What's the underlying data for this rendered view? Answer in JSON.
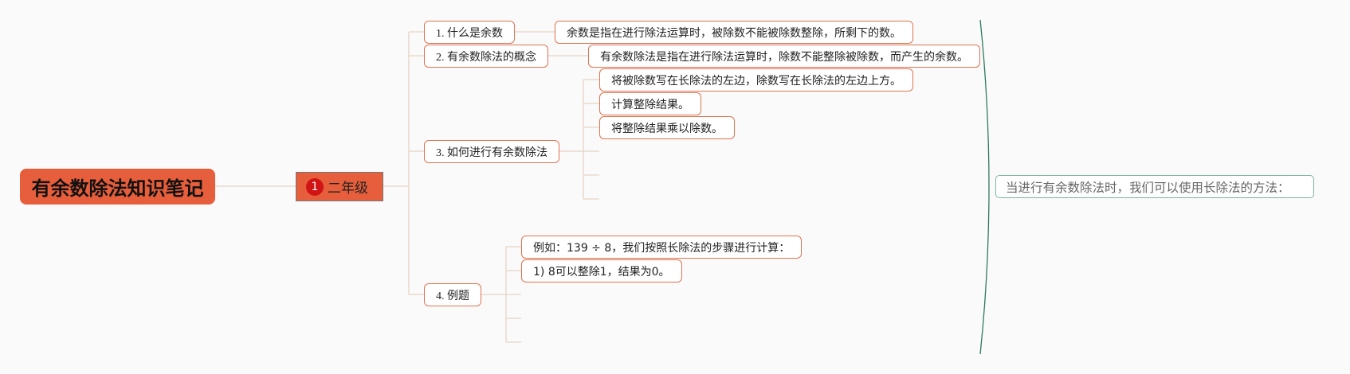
{
  "root": {
    "label": "有余数除法知识笔记"
  },
  "grade": {
    "badge": "1",
    "label": "二年级"
  },
  "topics": [
    {
      "label": "1. 什么是余数",
      "children": [
        "余数是指在进行除法运算时，被除数不能被除数整除，所剩下的数。"
      ]
    },
    {
      "label": "2. 有余数除法的概念",
      "children": [
        "有余数除法是指在进行除法运算时，除数不能整除被除数，而产生的余数。"
      ]
    },
    {
      "label": "3. 如何进行有余数除法",
      "children": [
        "将被除数写在长除法的左边，除数写在长除法的左边上方。",
        "计算整除结果。",
        "将整除结果乘以除数。"
      ]
    },
    {
      "label": "4. 例题",
      "children": [
        "例如：139 ÷ 8，我们按照长除法的步骤进行计算：",
        "1) 8可以整除1，结果为0。"
      ]
    }
  ],
  "summary": {
    "label": "当进行有余数除法时，我们可以使用长除法的方法："
  },
  "colors": {
    "accent": "#e65e3b",
    "node_border": "#e0734f",
    "connector": "#e8d3c3",
    "summary_border": "#7fb3a1",
    "badge": "#d11414"
  }
}
